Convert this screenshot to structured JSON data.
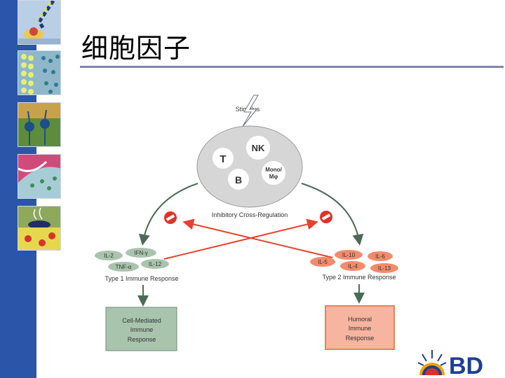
{
  "slide": {
    "title": "细胞因子"
  },
  "diagram": {
    "stimulus": "Stimulus",
    "cells": {
      "t": "T",
      "nk": "NK",
      "b": "B",
      "mono_line1": "Mono/",
      "mono_line2": "Mφ"
    },
    "inhibition_label": "Inhibitory Cross-Regulation",
    "type1": {
      "cytokines": [
        "IL-2",
        "IFN-γ",
        "TNF-α",
        "IL-12"
      ],
      "label": "Type 1 Immune Response",
      "outcome": [
        "Cell-Mediated",
        "Immune",
        "Response"
      ]
    },
    "type2": {
      "cytokines": [
        "IL-10",
        "IL-6",
        "IL-5",
        "IL-4",
        "IL-13"
      ],
      "label": "Type 2 Immune Response",
      "outcome": [
        "Humoral",
        "Immune",
        "Response"
      ]
    }
  },
  "logo": {
    "text": "BD"
  },
  "colors": {
    "sidebar": "#2b55a8",
    "type1_fill": "#a9c4ad",
    "type2_fill": "#f28b6b",
    "cross_arrow": "#e8402c",
    "no_sign": "#e0332a",
    "logo_blue": "#1d3f93"
  }
}
